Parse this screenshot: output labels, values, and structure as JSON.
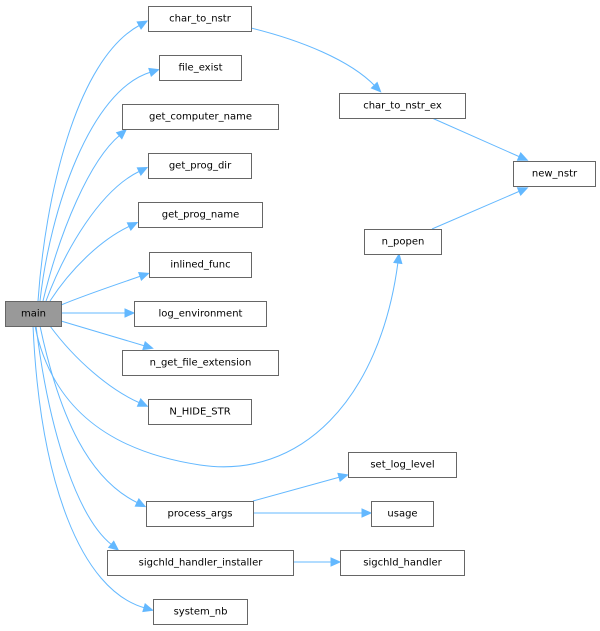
{
  "graph": {
    "accent_color": "#63b8ff",
    "root_fill": "#999999",
    "nodes": [
      {
        "id": "main",
        "label": "main"
      },
      {
        "id": "char_to_nstr",
        "label": "char_to_nstr"
      },
      {
        "id": "file_exist",
        "label": "file_exist"
      },
      {
        "id": "get_computer_name",
        "label": "get_computer_name"
      },
      {
        "id": "get_prog_dir",
        "label": "get_prog_dir"
      },
      {
        "id": "get_prog_name",
        "label": "get_prog_name"
      },
      {
        "id": "inlined_func",
        "label": "inlined_func"
      },
      {
        "id": "log_environment",
        "label": "log_environment"
      },
      {
        "id": "n_get_file_extension",
        "label": "n_get_file_extension"
      },
      {
        "id": "N_HIDE_STR",
        "label": "N_HIDE_STR"
      },
      {
        "id": "process_args",
        "label": "process_args"
      },
      {
        "id": "sigchld_handler_installer",
        "label": "sigchld_handler_installer"
      },
      {
        "id": "system_nb",
        "label": "system_nb"
      },
      {
        "id": "char_to_nstr_ex",
        "label": "char_to_nstr_ex"
      },
      {
        "id": "new_nstr",
        "label": "new_nstr"
      },
      {
        "id": "n_popen",
        "label": "n_popen"
      },
      {
        "id": "set_log_level",
        "label": "set_log_level"
      },
      {
        "id": "usage",
        "label": "usage"
      },
      {
        "id": "sigchld_handler",
        "label": "sigchld_handler"
      }
    ],
    "edges": [
      [
        "main",
        "char_to_nstr"
      ],
      [
        "main",
        "file_exist"
      ],
      [
        "main",
        "get_computer_name"
      ],
      [
        "main",
        "get_prog_dir"
      ],
      [
        "main",
        "get_prog_name"
      ],
      [
        "main",
        "inlined_func"
      ],
      [
        "main",
        "log_environment"
      ],
      [
        "main",
        "n_get_file_extension"
      ],
      [
        "main",
        "N_HIDE_STR"
      ],
      [
        "main",
        "n_popen"
      ],
      [
        "main",
        "process_args"
      ],
      [
        "main",
        "sigchld_handler_installer"
      ],
      [
        "main",
        "system_nb"
      ],
      [
        "char_to_nstr",
        "char_to_nstr_ex"
      ],
      [
        "char_to_nstr_ex",
        "new_nstr"
      ],
      [
        "n_popen",
        "new_nstr"
      ],
      [
        "process_args",
        "set_log_level"
      ],
      [
        "process_args",
        "usage"
      ],
      [
        "sigchld_handler_installer",
        "sigchld_handler"
      ]
    ]
  }
}
